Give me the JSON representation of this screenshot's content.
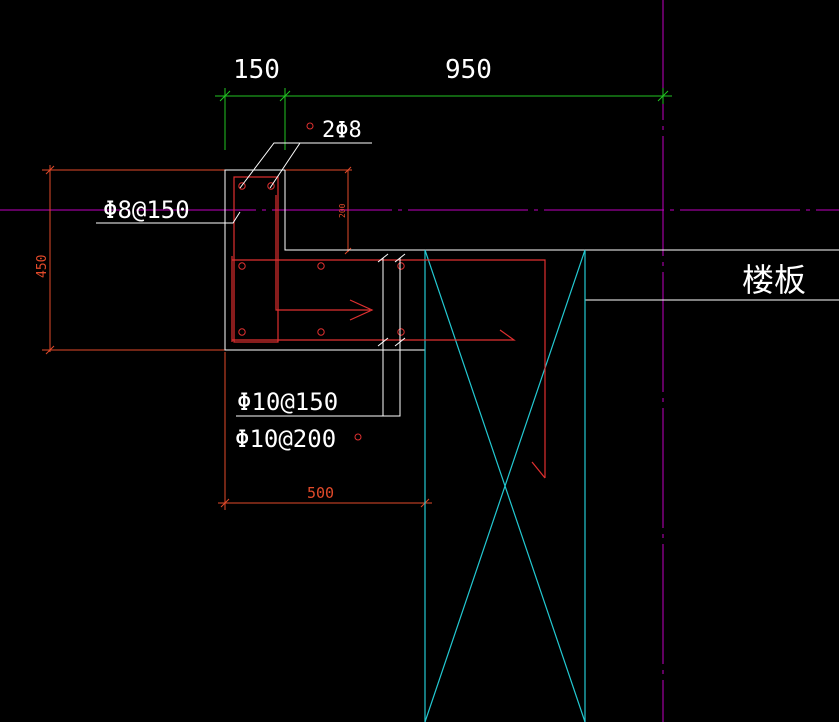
{
  "dimensions": {
    "top_left": "150",
    "top_right": "950",
    "left_height": "450",
    "bottom_width": "500",
    "inner_height": "200"
  },
  "labels": {
    "top_bar": "2Φ8",
    "stirrup_left": "Φ8@150",
    "bar_a": "Φ10@150",
    "bar_b": "Φ10@200",
    "slab": "楼板"
  },
  "colors": {
    "background": "#000000",
    "dimension_green": "#22c422",
    "dimension_red": "#e24a2a",
    "outline_white": "#ffffff",
    "rebar_red": "#e03030",
    "axis_magenta": "#c000c0",
    "column_cyan": "#23c9d2"
  }
}
